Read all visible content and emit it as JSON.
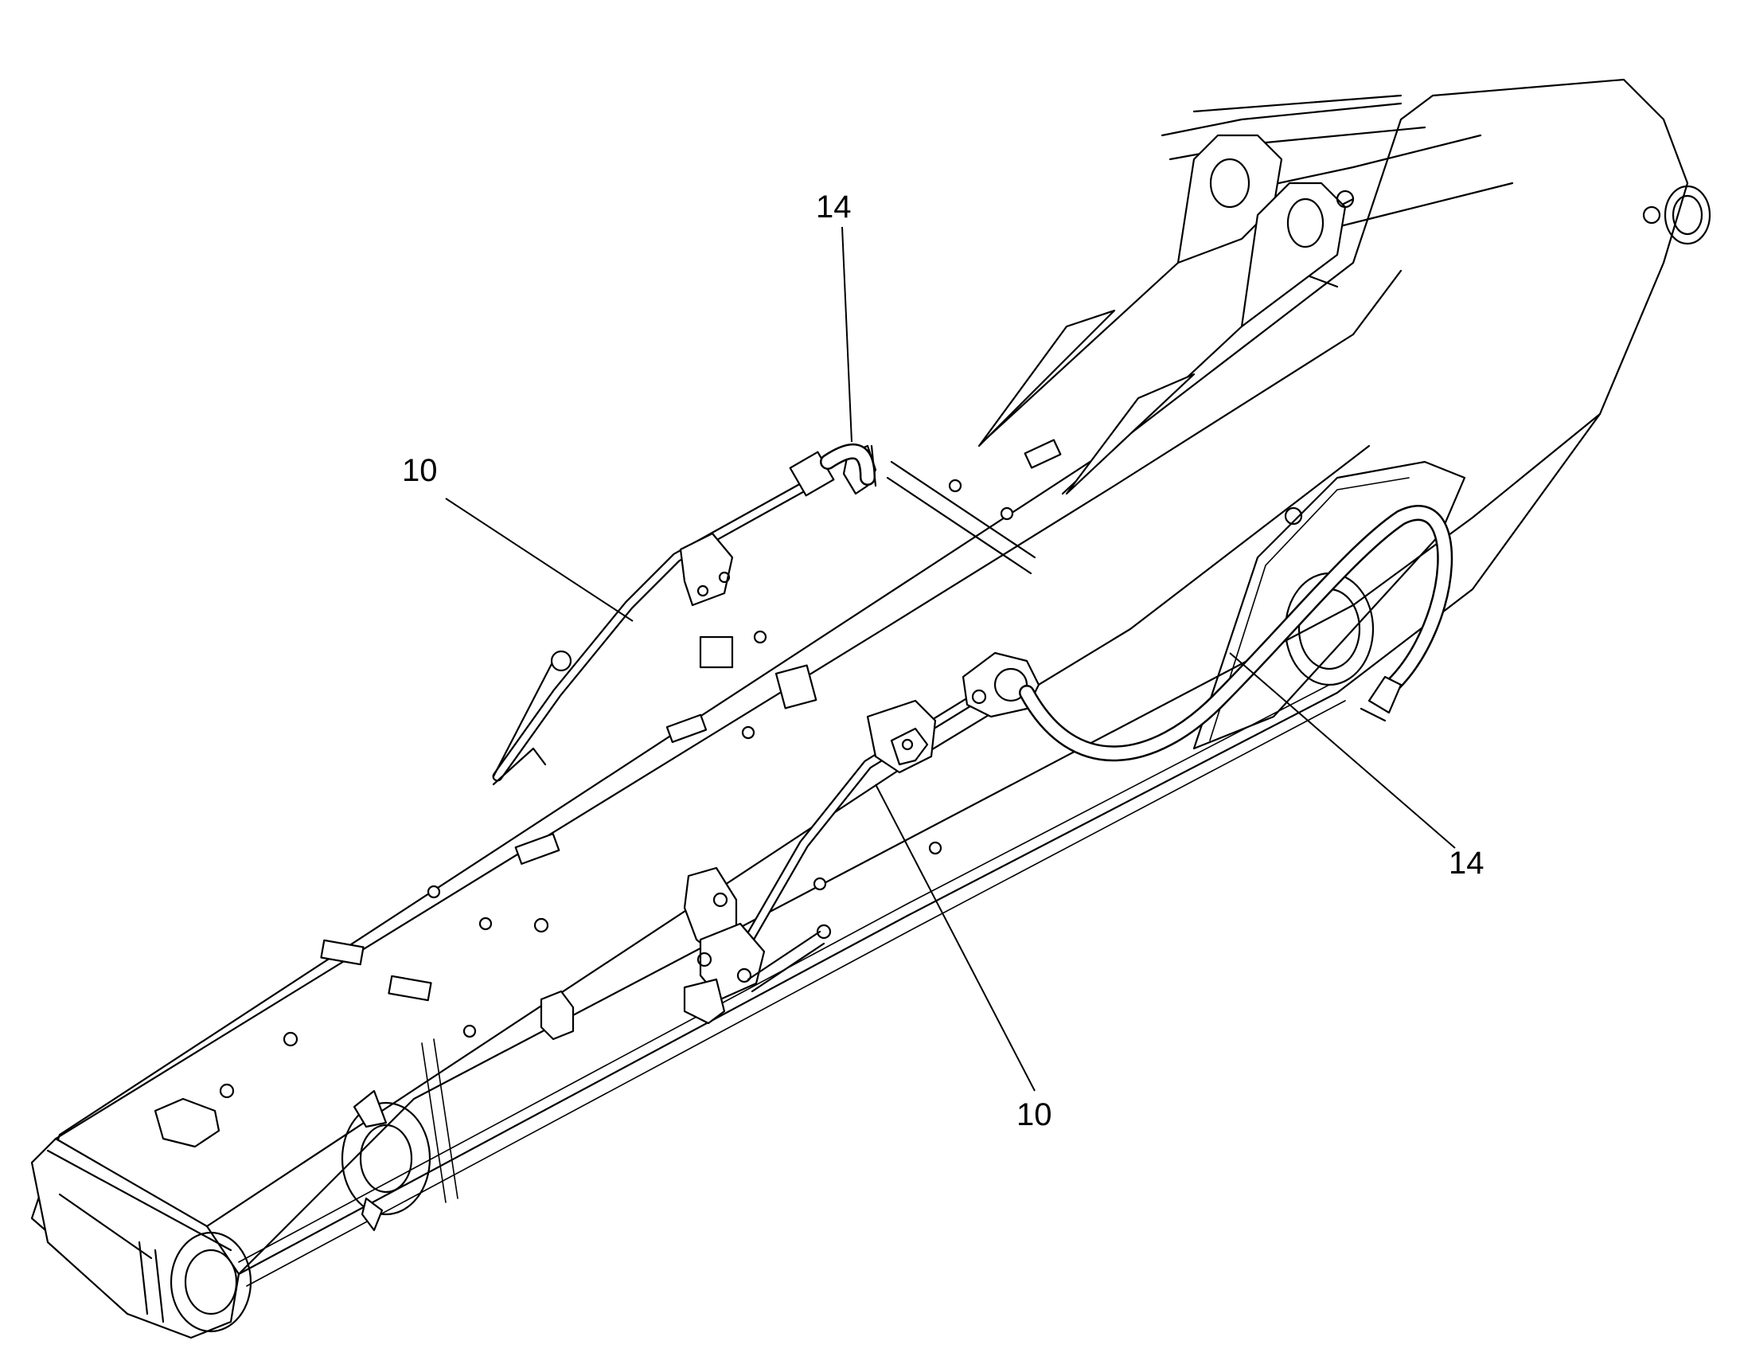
{
  "callouts": [
    {
      "id": "c1",
      "label": "14"
    },
    {
      "id": "c2",
      "label": "10"
    },
    {
      "id": "c3",
      "label": "14"
    },
    {
      "id": "c4",
      "label": "10"
    }
  ]
}
